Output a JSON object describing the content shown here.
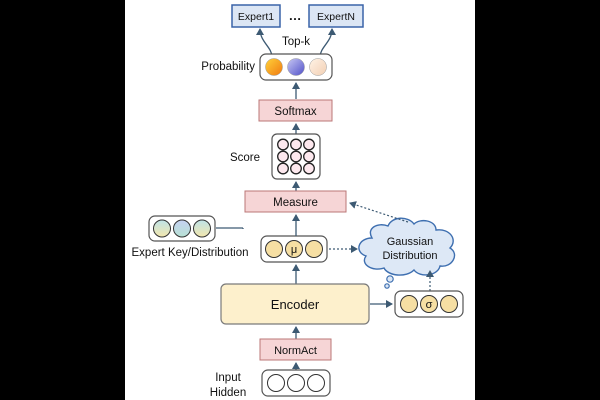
{
  "experts": {
    "first": "Expert1",
    "ellipsis": "…",
    "last": "ExpertN"
  },
  "labels": {
    "topk": "Top-k",
    "probability": "Probability",
    "softmax": "Softmax",
    "score": "Score",
    "measure": "Measure",
    "expert_key": "Expert Key/Distribution",
    "gaussian_line1": "Gaussian",
    "gaussian_line2": "Distribution",
    "encoder": "Encoder",
    "normact": "NormAct",
    "input_line1": "Input",
    "input_line2": "Hidden",
    "mu": "μ",
    "sigma": "σ"
  },
  "colors": {
    "expert_box_fill": "#dce6f4",
    "expert_box_stroke": "#3a63a8",
    "pink_box_fill": "#f6d5d6",
    "pink_box_stroke": "#b77",
    "yellow_fill": "#fdf0cc",
    "cloud_fill": "#dde8f6",
    "cloud_stroke": "#3e6fb0",
    "arrow": "#3d5a73"
  }
}
